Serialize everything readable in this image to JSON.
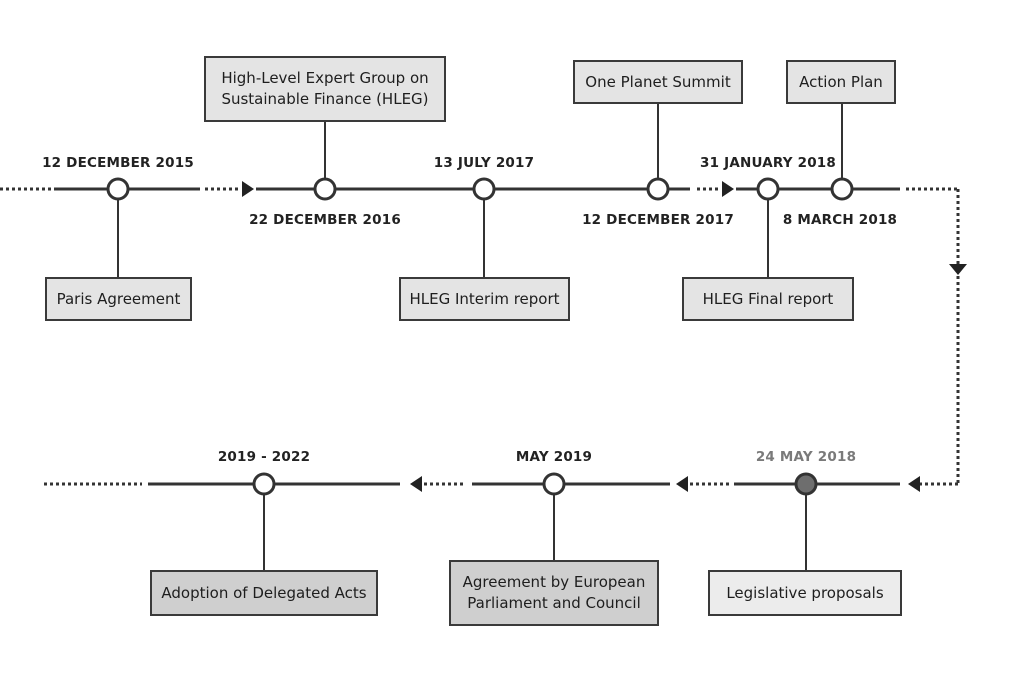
{
  "colors": {
    "line": "#333333",
    "box_light": "#e4e4e4",
    "box_mid": "#cfcfcf",
    "box_pale": "#ececec",
    "milestone_fill_current": "#6e6e6e",
    "date_current": "#7a7a7a"
  },
  "dates": {
    "d2015": "12 DECEMBER 2015",
    "d2016": "22 DECEMBER 2016",
    "d2017_07": "13 JULY 2017",
    "d2017_12": "12 DECEMBER 2017",
    "d2018_01": "31 JANUARY 2018",
    "d2018_03": "8 MARCH 2018",
    "d2018_05": "24 MAY 2018",
    "d2019": "MAY 2019",
    "d2019_22": "2019 - 2022"
  },
  "events": {
    "paris": "Paris Agreement",
    "hleg_line1": "High-Level Expert Group on",
    "hleg_line2": "Sustainable Finance (HLEG)",
    "interim": "HLEG Interim report",
    "summit": "One Planet Summit",
    "final": "HLEG Final report",
    "action": "Action Plan",
    "legislative": "Legislative proposals",
    "agreement_line1": "Agreement by European",
    "agreement_line2": "Parliament and Council",
    "delegated": "Adoption of Delegated Acts"
  }
}
